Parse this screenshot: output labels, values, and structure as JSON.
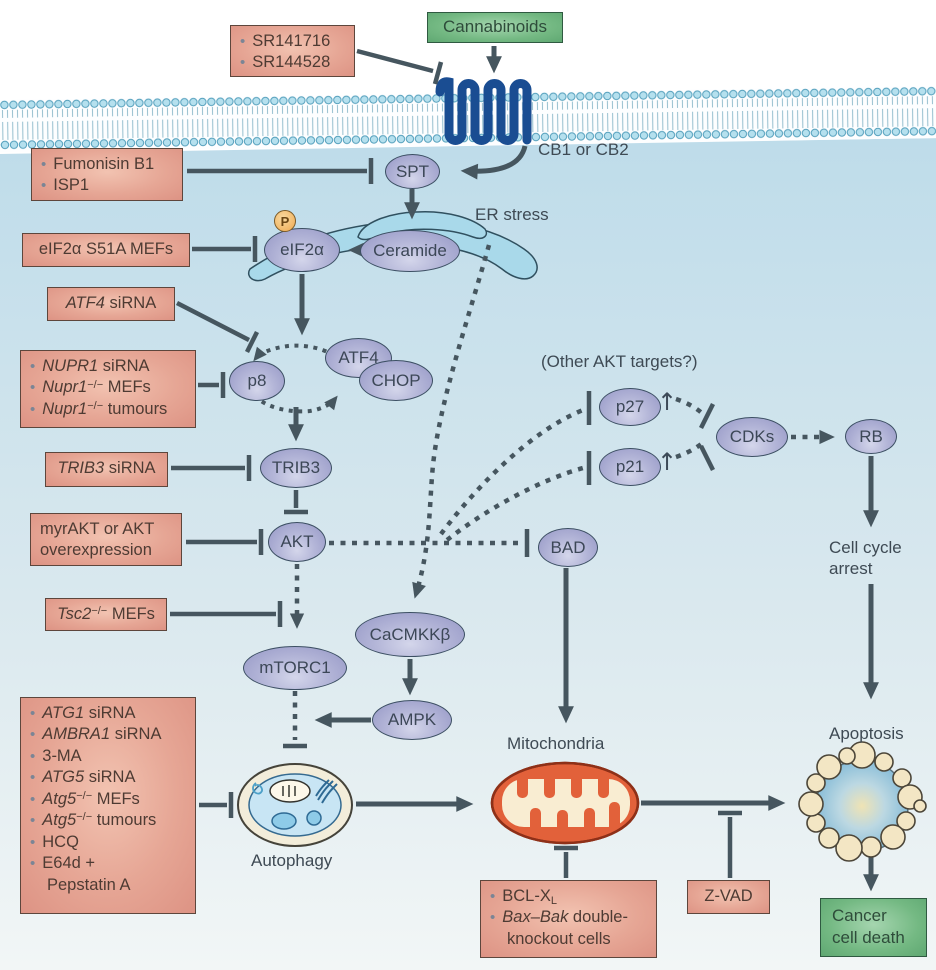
{
  "palette": {
    "arrow": "#46565f",
    "inhibitor_box_fill": "#e5a695",
    "inhibitor_box_border": "#5d463c",
    "outcome_box_fill": "#74b983",
    "node_fill": "#b4b6d8",
    "membrane_head": "#b5e0ee",
    "receptor": "#1a4d92",
    "er_fill": "#a9d9ea",
    "mitochondria_fill": "#e2613a",
    "autophagosome_inner": "#c8e5f4",
    "phospho_fill": "#efa94f"
  },
  "green_boxes": {
    "cannabinoids": {
      "label": "Cannabinoids"
    },
    "cancer_cell_death": {
      "lines": [
        "Cancer",
        "cell death"
      ]
    }
  },
  "pink_boxes": {
    "sr": {
      "items": [
        {
          "b": 1,
          "seg": [
            {
              "t": "SR141716"
            }
          ]
        },
        {
          "b": 1,
          "seg": [
            {
              "t": "SR144528"
            }
          ]
        }
      ]
    },
    "fumonisin": {
      "items": [
        {
          "b": 1,
          "seg": [
            {
              "t": "Fumonisin B1"
            }
          ]
        },
        {
          "b": 1,
          "seg": [
            {
              "t": "ISP1"
            }
          ]
        }
      ]
    },
    "eif2a_mefs": {
      "items": [
        {
          "b": 0,
          "seg": [
            {
              "t": "eIF2α S51A MEFs"
            }
          ]
        }
      ]
    },
    "atf4_sirna": {
      "items": [
        {
          "b": 0,
          "seg": [
            {
              "t": "ATF4",
              "i": 1
            },
            {
              "t": " siRNA"
            }
          ]
        }
      ]
    },
    "nupr1": {
      "items": [
        {
          "b": 1,
          "seg": [
            {
              "t": "NUPR1",
              "i": 1
            },
            {
              "t": " siRNA"
            }
          ]
        },
        {
          "b": 1,
          "seg": [
            {
              "t": "Nupr1",
              "i": 1
            },
            {
              "t": "−/−",
              "sup": 1
            },
            {
              "t": " MEFs"
            }
          ]
        },
        {
          "b": 1,
          "seg": [
            {
              "t": "Nupr1",
              "i": 1
            },
            {
              "t": "−/−",
              "sup": 1
            },
            {
              "t": " tumours"
            }
          ]
        }
      ]
    },
    "trib3_sirna": {
      "items": [
        {
          "b": 0,
          "seg": [
            {
              "t": "TRIB3",
              "i": 1
            },
            {
              "t": " siRNA"
            }
          ]
        }
      ]
    },
    "myrakt": {
      "items": [
        {
          "b": 0,
          "seg": [
            {
              "t": "myrAKT or AKT"
            }
          ]
        },
        {
          "b": 0,
          "seg": [
            {
              "t": "overexpression"
            }
          ]
        }
      ]
    },
    "tsc2": {
      "items": [
        {
          "b": 0,
          "seg": [
            {
              "t": "Tsc2",
              "i": 1
            },
            {
              "t": "−/−",
              "sup": 1
            },
            {
              "t": " MEFs"
            }
          ]
        }
      ]
    },
    "atg": {
      "items": [
        {
          "b": 1,
          "seg": [
            {
              "t": "ATG1",
              "i": 1
            },
            {
              "t": " siRNA"
            }
          ]
        },
        {
          "b": 1,
          "seg": [
            {
              "t": "AMBRA1",
              "i": 1
            },
            {
              "t": " siRNA"
            }
          ]
        },
        {
          "b": 1,
          "seg": [
            {
              "t": "3-MA"
            }
          ]
        },
        {
          "b": 1,
          "seg": [
            {
              "t": "ATG5",
              "i": 1
            },
            {
              "t": " siRNA"
            }
          ]
        },
        {
          "b": 1,
          "seg": [
            {
              "t": "Atg5",
              "i": 1
            },
            {
              "t": "−/−",
              "sup": 1
            },
            {
              "t": " MEFs"
            }
          ]
        },
        {
          "b": 1,
          "seg": [
            {
              "t": "Atg5",
              "i": 1
            },
            {
              "t": "−/−",
              "sup": 1
            },
            {
              "t": " tumours"
            }
          ]
        },
        {
          "b": 1,
          "seg": [
            {
              "t": "HCQ"
            }
          ]
        },
        {
          "b": 1,
          "seg": [
            {
              "t": "E64d +"
            }
          ]
        },
        {
          "b": 0,
          "ind": 1,
          "seg": [
            {
              "t": "Pepstatin A"
            }
          ]
        }
      ]
    },
    "bcl": {
      "items": [
        {
          "b": 1,
          "seg": [
            {
              "t": "BCL-X"
            },
            {
              "t": "L",
              "sub": 1
            }
          ]
        },
        {
          "b": 1,
          "seg": [
            {
              "t": "Bax",
              "i": 1
            },
            {
              "t": "–"
            },
            {
              "t": "Bak",
              "i": 1
            },
            {
              "t": " double-"
            }
          ]
        },
        {
          "b": 0,
          "ind": 1,
          "seg": [
            {
              "t": "knockout cells"
            }
          ]
        }
      ]
    },
    "zvad": {
      "items": [
        {
          "b": 0,
          "seg": [
            {
              "t": "Z-VAD"
            }
          ]
        }
      ]
    }
  },
  "nodes": {
    "spt": {
      "label": "SPT"
    },
    "eif2a": {
      "label": "eIF2α"
    },
    "ceramide": {
      "label": "Ceramide"
    },
    "p8": {
      "label": "p8"
    },
    "atf4": {
      "label": "ATF4"
    },
    "chop": {
      "label": "CHOP"
    },
    "trib3": {
      "label": "TRIB3"
    },
    "akt": {
      "label": "AKT"
    },
    "mtorc1": {
      "label": "mTORC1"
    },
    "cacmkkb": {
      "label": "CaCMKKβ"
    },
    "ampk": {
      "label": "AMPK"
    },
    "bad": {
      "label": "BAD"
    },
    "p27": {
      "label": "p27"
    },
    "p21": {
      "label": "p21"
    },
    "cdks": {
      "label": "CDKs"
    },
    "rb": {
      "label": "RB"
    }
  },
  "labels": {
    "cb1_or_cb2": {
      "text": "CB1 or CB2"
    },
    "er_stress": {
      "text": "ER stress"
    },
    "other_akt_targets": {
      "text": "(Other AKT targets?)"
    },
    "cell_cycle_arrest": {
      "lines": [
        "Cell cycle",
        "arrest"
      ]
    },
    "mitochondria": {
      "text": "Mitochondria"
    },
    "autophagy": {
      "text": "Autophagy"
    },
    "apoptosis": {
      "text": "Apoptosis"
    },
    "phospho": {
      "text": "P"
    },
    "p27_up": {
      "text": "↑"
    },
    "p21_up": {
      "text": "↑"
    }
  }
}
